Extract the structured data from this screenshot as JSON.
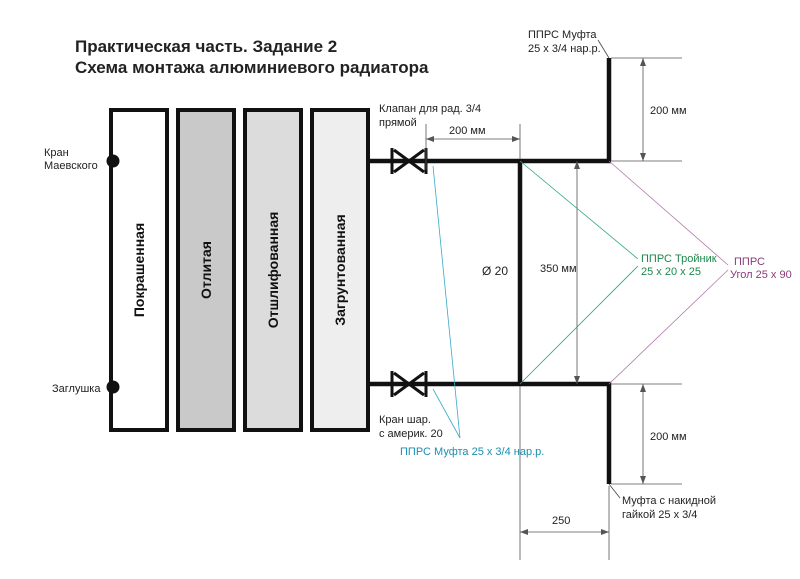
{
  "title": {
    "line1": "Практическая часть. Задание 2",
    "line2": "Схема монтажа алюминиевого радиатора"
  },
  "sections": [
    {
      "label": "Покрашенная",
      "fill": "#ffffff"
    },
    {
      "label": "Отлитая",
      "fill": "#c9c9c9"
    },
    {
      "label": "Отшлифованная",
      "fill": "#dcdcdc"
    },
    {
      "label": "Загрунтованная",
      "fill": "#eeeeee"
    }
  ],
  "labels": {
    "kran_line1": "Кран",
    "kran_line2": "Маевского",
    "zaglushka": "Заглушка",
    "klapan_line1": "Клапан для рад. 3/4",
    "klapan_line2": "прямой",
    "kran_shar_line1": "Кран шар.",
    "kran_shar_line2": "с америк. 20",
    "mufta_top_line1": "ППРС Муфта",
    "mufta_top_line2": "25 х 3/4 нар.р.",
    "mufta_bottom": "ППРС Муфта  25 х 3/4 нар.р.",
    "troynik_line1": "ППРС Тройник",
    "troynik_line2": "25 х 20 х 25",
    "ugol_line1": "ППРС",
    "ugol_line2": "Угол 25 х 90",
    "mufta_nakid_line1": "Муфта с накидной",
    "mufta_nakid_line2": "гайкой 25 х 3/4",
    "diameter": "Ø 20"
  },
  "dimensions": {
    "d200_top_horizontal": "200 мм",
    "d200_top_vertical": "200 мм",
    "d350": "350 мм",
    "d200_bottom_vertical": "200 мм",
    "d250": "250"
  },
  "colors": {
    "green_leader": "#2aa87a",
    "purple_leader": "#b07aa8",
    "cyan_leader": "#3aa8c8"
  }
}
